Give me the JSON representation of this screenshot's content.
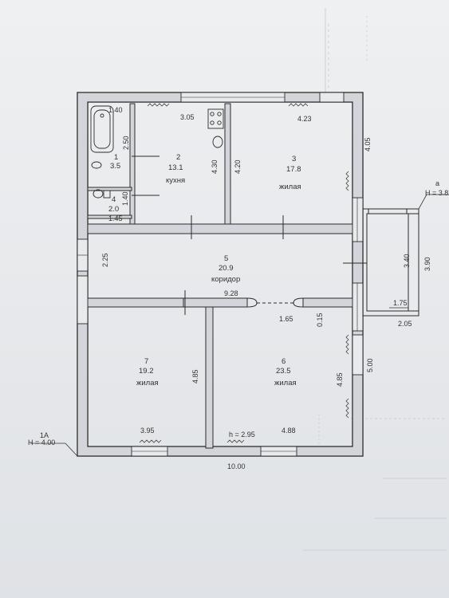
{
  "rooms": [
    {
      "num": "1",
      "area": "3.5",
      "name": ""
    },
    {
      "num": "2",
      "area": "13.1",
      "name": "кухня"
    },
    {
      "num": "3",
      "area": "17.8",
      "name": "жилая"
    },
    {
      "num": "4",
      "area": "2.0",
      "name": ""
    },
    {
      "num": "5",
      "area": "20.9",
      "name": "коридор"
    },
    {
      "num": "6",
      "area": "23.5",
      "name": "жилая"
    },
    {
      "num": "7",
      "area": "19.2",
      "name": "жилая"
    }
  ],
  "dims": {
    "d140a": "1.40",
    "d305": "3.05",
    "d423": "4.23",
    "d405": "4.05",
    "d250": "2.50",
    "d430": "4.30",
    "d420": "4.20",
    "d140b": "1.40",
    "d145": "1.45",
    "d225": "2.25",
    "d928": "9.28",
    "d165": "1.65",
    "d015": "0.15",
    "d340": "3.40",
    "d390": "3.90",
    "d175": "1.75",
    "d205": "2.05",
    "d485a": "4.85",
    "d485b": "4.85",
    "d500": "5.00",
    "d395": "3.95",
    "h295": "h = 2.95",
    "d488": "4.88",
    "d1000": "10.00"
  },
  "annotations": {
    "a_label": "а",
    "a_height": "H = 3.8",
    "main_label": "1А",
    "main_height": "H = 4.00"
  }
}
